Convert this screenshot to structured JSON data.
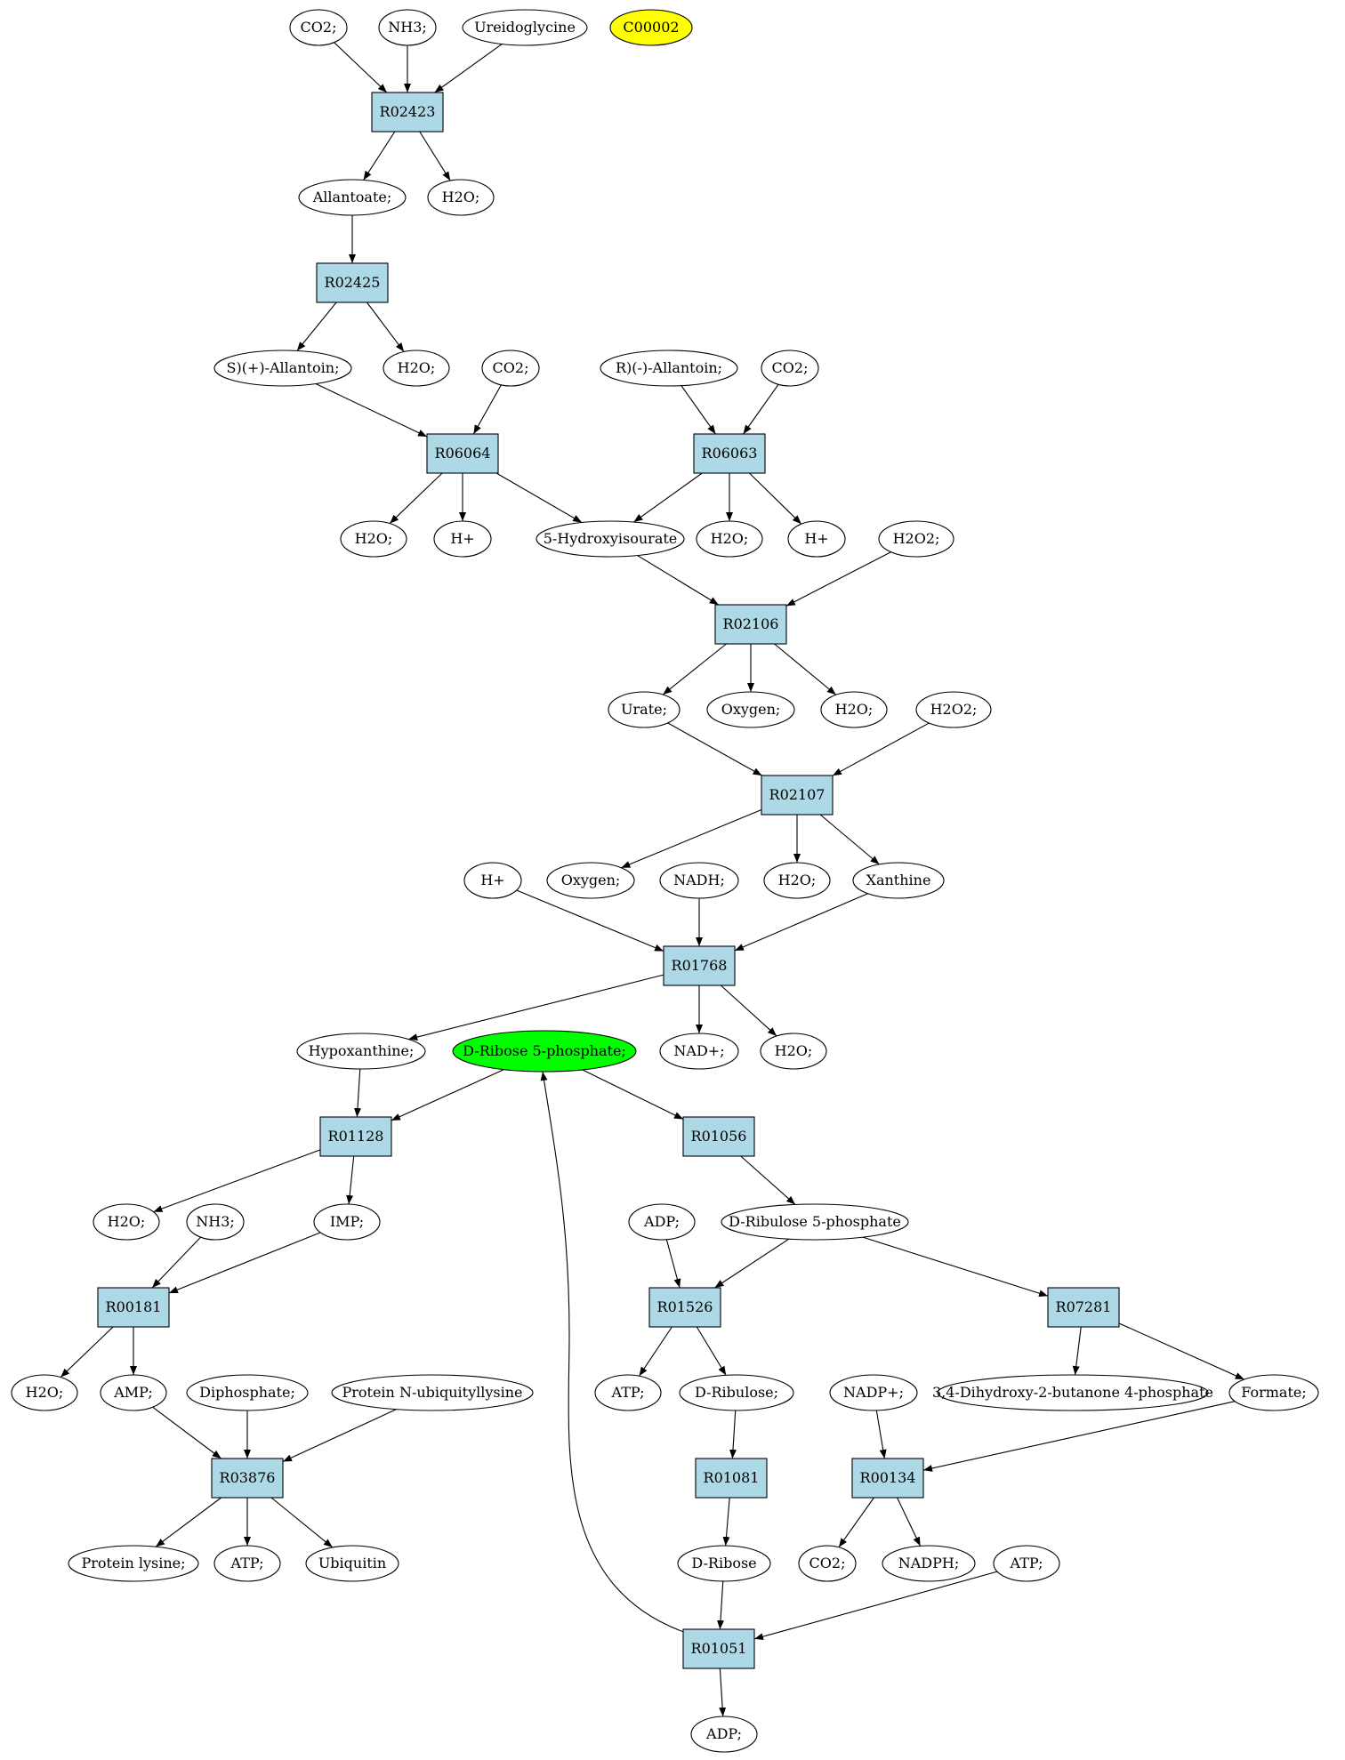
{
  "colors": {
    "reaction_fill": "#add8e6",
    "compound_fill": "#ffffff",
    "query_fill": "#ffff00",
    "start_fill": "#00ff00",
    "stroke": "#000000"
  },
  "nodes": [
    {
      "id": "co2_a",
      "kind": "compound",
      "label": "CO2;"
    },
    {
      "id": "nh3_a",
      "kind": "compound",
      "label": "NH3;"
    },
    {
      "id": "ureidoglycine",
      "kind": "compound",
      "label": "Ureidoglycine"
    },
    {
      "id": "c00002",
      "kind": "compound",
      "label": "C00002",
      "highlight": "query"
    },
    {
      "id": "R02423",
      "kind": "reaction",
      "label": "R02423"
    },
    {
      "id": "allantoate",
      "kind": "compound",
      "label": "Allantoate;"
    },
    {
      "id": "h2o_a",
      "kind": "compound",
      "label": "H2O;"
    },
    {
      "id": "R02425",
      "kind": "reaction",
      "label": "R02425"
    },
    {
      "id": "s_allantoin",
      "kind": "compound",
      "label": "S)(+)-Allantoin;"
    },
    {
      "id": "h2o_b",
      "kind": "compound",
      "label": "H2O;"
    },
    {
      "id": "co2_b",
      "kind": "compound",
      "label": "CO2;"
    },
    {
      "id": "r_allantoin",
      "kind": "compound",
      "label": "R)(-)-Allantoin;"
    },
    {
      "id": "co2_c",
      "kind": "compound",
      "label": "CO2;"
    },
    {
      "id": "R06064",
      "kind": "reaction",
      "label": "R06064"
    },
    {
      "id": "R06063",
      "kind": "reaction",
      "label": "R06063"
    },
    {
      "id": "h2o_c",
      "kind": "compound",
      "label": "H2O;"
    },
    {
      "id": "hplus_a",
      "kind": "compound",
      "label": "H+"
    },
    {
      "id": "hydroxyisourate",
      "kind": "compound",
      "label": "5-Hydroxyisourate"
    },
    {
      "id": "h2o_d",
      "kind": "compound",
      "label": "H2O;"
    },
    {
      "id": "hplus_b",
      "kind": "compound",
      "label": "H+"
    },
    {
      "id": "h2o2_a",
      "kind": "compound",
      "label": "H2O2;"
    },
    {
      "id": "R02106",
      "kind": "reaction",
      "label": "R02106"
    },
    {
      "id": "urate",
      "kind": "compound",
      "label": "Urate;"
    },
    {
      "id": "oxygen_a",
      "kind": "compound",
      "label": "Oxygen;"
    },
    {
      "id": "h2o_e",
      "kind": "compound",
      "label": "H2O;"
    },
    {
      "id": "h2o2_b",
      "kind": "compound",
      "label": "H2O2;"
    },
    {
      "id": "R02107",
      "kind": "reaction",
      "label": "R02107"
    },
    {
      "id": "hplus_c",
      "kind": "compound",
      "label": "H+"
    },
    {
      "id": "oxygen_b",
      "kind": "compound",
      "label": "Oxygen;"
    },
    {
      "id": "nadh",
      "kind": "compound",
      "label": "NADH;"
    },
    {
      "id": "h2o_f",
      "kind": "compound",
      "label": "H2O;"
    },
    {
      "id": "xanthine",
      "kind": "compound",
      "label": "Xanthine"
    },
    {
      "id": "R01768",
      "kind": "reaction",
      "label": "R01768"
    },
    {
      "id": "hypoxanthine",
      "kind": "compound",
      "label": "Hypoxanthine;"
    },
    {
      "id": "ribose5p",
      "kind": "compound",
      "label": "D-Ribose 5-phosphate;",
      "highlight": "start"
    },
    {
      "id": "nadplus_a",
      "kind": "compound",
      "label": "NAD+;"
    },
    {
      "id": "h2o_g",
      "kind": "compound",
      "label": "H2O;"
    },
    {
      "id": "R01128",
      "kind": "reaction",
      "label": "R01128"
    },
    {
      "id": "R01056",
      "kind": "reaction",
      "label": "R01056"
    },
    {
      "id": "h2o_h",
      "kind": "compound",
      "label": "H2O;"
    },
    {
      "id": "nh3_b",
      "kind": "compound",
      "label": "NH3;"
    },
    {
      "id": "imp",
      "kind": "compound",
      "label": "IMP;"
    },
    {
      "id": "adp_a",
      "kind": "compound",
      "label": "ADP;"
    },
    {
      "id": "ribulose5p",
      "kind": "compound",
      "label": "D-Ribulose 5-phosphate"
    },
    {
      "id": "R00181",
      "kind": "reaction",
      "label": "R00181"
    },
    {
      "id": "R01526",
      "kind": "reaction",
      "label": "R01526"
    },
    {
      "id": "R07281",
      "kind": "reaction",
      "label": "R07281"
    },
    {
      "id": "h2o_i",
      "kind": "compound",
      "label": "H2O;"
    },
    {
      "id": "amp",
      "kind": "compound",
      "label": "AMP;"
    },
    {
      "id": "diphosphate",
      "kind": "compound",
      "label": "Diphosphate;"
    },
    {
      "id": "ubiquityllysine",
      "kind": "compound",
      "label": "Protein N-ubiquityllysine"
    },
    {
      "id": "atp_a",
      "kind": "compound",
      "label": "ATP;"
    },
    {
      "id": "dribulose",
      "kind": "compound",
      "label": "D-Ribulose;"
    },
    {
      "id": "nadpplus",
      "kind": "compound",
      "label": "NADP+;"
    },
    {
      "id": "butanone4p",
      "kind": "compound",
      "label": "3,4-Dihydroxy-2-butanone 4-phosphate"
    },
    {
      "id": "formate",
      "kind": "compound",
      "label": "Formate;"
    },
    {
      "id": "R03876",
      "kind": "reaction",
      "label": "R03876"
    },
    {
      "id": "R01081",
      "kind": "reaction",
      "label": "R01081"
    },
    {
      "id": "R00134",
      "kind": "reaction",
      "label": "R00134"
    },
    {
      "id": "proteinlysine",
      "kind": "compound",
      "label": "Protein lysine;"
    },
    {
      "id": "atp_b",
      "kind": "compound",
      "label": "ATP;"
    },
    {
      "id": "ubiquitin",
      "kind": "compound",
      "label": "Ubiquitin"
    },
    {
      "id": "dribose",
      "kind": "compound",
      "label": "D-Ribose"
    },
    {
      "id": "co2_d",
      "kind": "compound",
      "label": "CO2;"
    },
    {
      "id": "nadph",
      "kind": "compound",
      "label": "NADPH;"
    },
    {
      "id": "atp_c",
      "kind": "compound",
      "label": "ATP;"
    },
    {
      "id": "R01051",
      "kind": "reaction",
      "label": "R01051"
    },
    {
      "id": "adp_b",
      "kind": "compound",
      "label": "ADP;"
    }
  ],
  "edges": [
    [
      "co2_a",
      "R02423"
    ],
    [
      "nh3_a",
      "R02423"
    ],
    [
      "ureidoglycine",
      "R02423"
    ],
    [
      "R02423",
      "allantoate"
    ],
    [
      "R02423",
      "h2o_a"
    ],
    [
      "allantoate",
      "R02425"
    ],
    [
      "R02425",
      "s_allantoin"
    ],
    [
      "R02425",
      "h2o_b"
    ],
    [
      "s_allantoin",
      "R06064"
    ],
    [
      "co2_b",
      "R06064"
    ],
    [
      "r_allantoin",
      "R06063"
    ],
    [
      "co2_c",
      "R06063"
    ],
    [
      "R06064",
      "h2o_c"
    ],
    [
      "R06064",
      "hplus_a"
    ],
    [
      "R06064",
      "hydroxyisourate"
    ],
    [
      "R06063",
      "hydroxyisourate"
    ],
    [
      "R06063",
      "h2o_d"
    ],
    [
      "R06063",
      "hplus_b"
    ],
    [
      "hydroxyisourate",
      "R02106"
    ],
    [
      "h2o2_a",
      "R02106"
    ],
    [
      "R02106",
      "urate"
    ],
    [
      "R02106",
      "oxygen_a"
    ],
    [
      "R02106",
      "h2o_e"
    ],
    [
      "urate",
      "R02107"
    ],
    [
      "h2o2_b",
      "R02107"
    ],
    [
      "R02107",
      "oxygen_b"
    ],
    [
      "R02107",
      "h2o_f"
    ],
    [
      "R02107",
      "xanthine"
    ],
    [
      "hplus_c",
      "R01768"
    ],
    [
      "nadh",
      "R01768"
    ],
    [
      "xanthine",
      "R01768"
    ],
    [
      "R01768",
      "hypoxanthine"
    ],
    [
      "R01768",
      "nadplus_a"
    ],
    [
      "R01768",
      "h2o_g"
    ],
    [
      "hypoxanthine",
      "R01128"
    ],
    [
      "ribose5p",
      "R01128"
    ],
    [
      "ribose5p",
      "R01056"
    ],
    [
      "R01128",
      "h2o_h"
    ],
    [
      "R01128",
      "imp"
    ],
    [
      "R01056",
      "ribulose5p"
    ],
    [
      "nh3_b",
      "R00181"
    ],
    [
      "imp",
      "R00181"
    ],
    [
      "adp_a",
      "R01526"
    ],
    [
      "ribulose5p",
      "R01526"
    ],
    [
      "ribulose5p",
      "R07281"
    ],
    [
      "R00181",
      "h2o_i"
    ],
    [
      "R00181",
      "amp"
    ],
    [
      "R01526",
      "atp_a"
    ],
    [
      "R01526",
      "dribulose"
    ],
    [
      "R07281",
      "butanone4p"
    ],
    [
      "R07281",
      "formate"
    ],
    [
      "amp",
      "R03876"
    ],
    [
      "diphosphate",
      "R03876"
    ],
    [
      "ubiquityllysine",
      "R03876"
    ],
    [
      "dribulose",
      "R01081"
    ],
    [
      "nadpplus",
      "R00134"
    ],
    [
      "formate",
      "R00134"
    ],
    [
      "R03876",
      "proteinlysine"
    ],
    [
      "R03876",
      "atp_b"
    ],
    [
      "R03876",
      "ubiquitin"
    ],
    [
      "R01081",
      "dribose"
    ],
    [
      "R00134",
      "co2_d"
    ],
    [
      "R00134",
      "nadph"
    ],
    [
      "dribose",
      "R01051"
    ],
    [
      "atp_c",
      "R01051"
    ],
    [
      "R01051",
      "ribose5p"
    ],
    [
      "R01051",
      "adp_b"
    ]
  ]
}
